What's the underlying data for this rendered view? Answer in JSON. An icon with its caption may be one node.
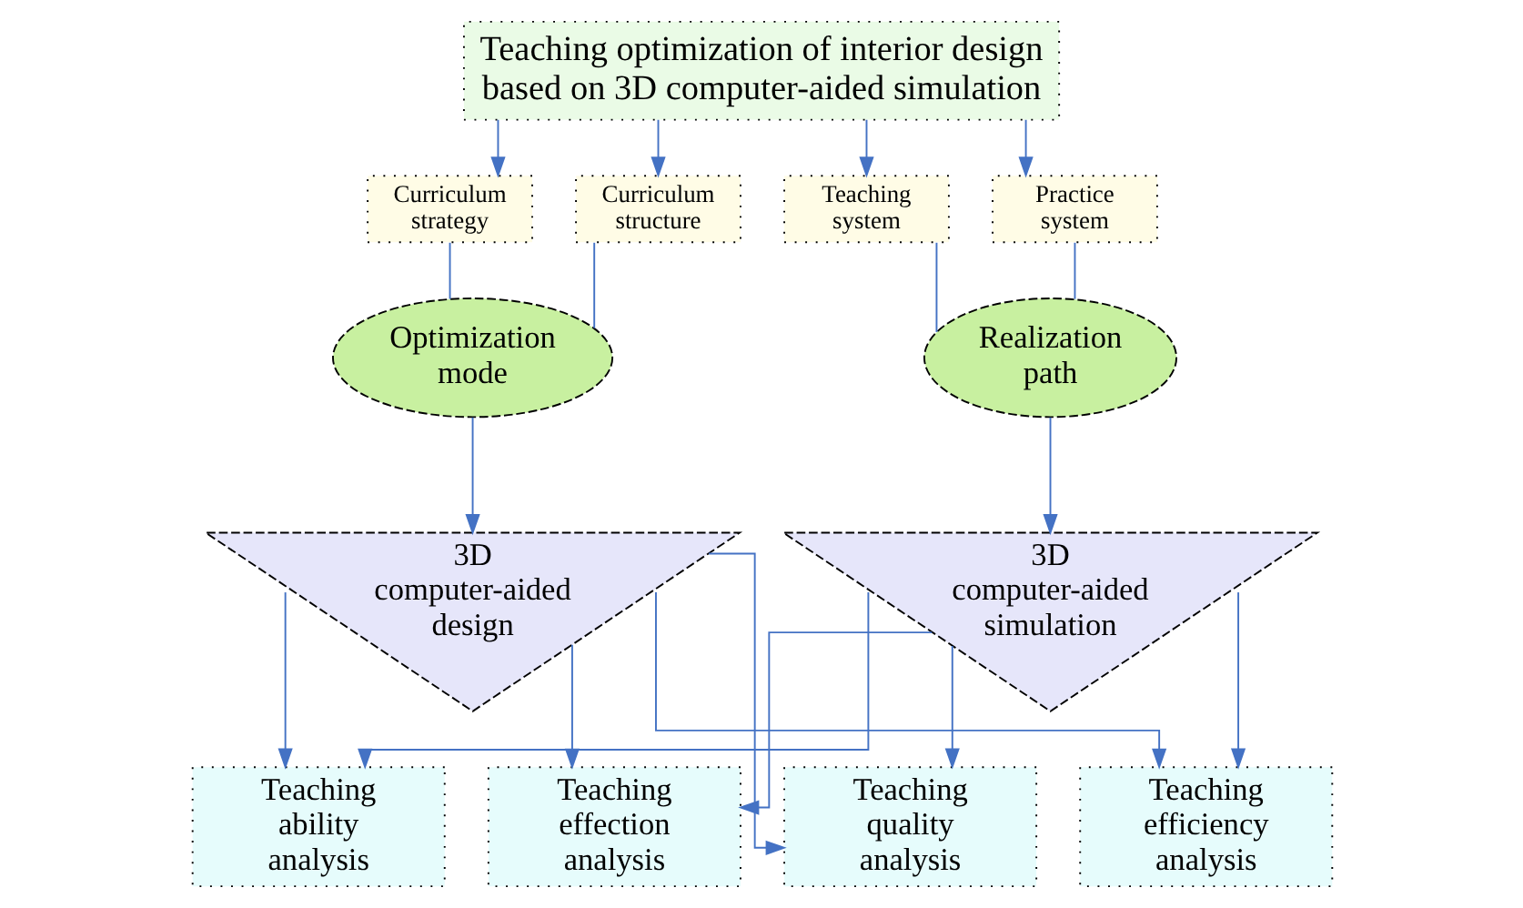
{
  "diagram": {
    "nodes": [
      {
        "text": [
          "Teaching optimization of interior design based on 3D computer-aided simulation"
        ]
      },
      {
        "text": [
          "Curriculum strategy"
        ]
      },
      {
        "text": [
          "Curriculum structure"
        ]
      },
      {
        "text": [
          "Teaching system"
        ]
      },
      {
        "text": [
          "Practice system"
        ]
      },
      {
        "text": [
          "Optimization mode"
        ]
      },
      {
        "text": [
          "Realization path"
        ]
      },
      {
        "text": [
          "3D computer-aided design"
        ]
      },
      {
        "text": [
          "3D computer-aided simulation"
        ]
      },
      {
        "text": [
          "Teaching quality analysis"
        ]
      },
      {
        "text": [
          "Teaching efficiency analysis"
        ]
      },
      {
        "text": [
          "Teaching ability analysis"
        ]
      },
      {
        "text": [
          "Teaching effection analysis"
        ]
      }
    ],
    "edges": [
      {
        "from": 0,
        "to": 1,
        "arrow": "to"
      },
      {
        "from": 0,
        "to": 2,
        "arrow": "to"
      },
      {
        "from": 0,
        "to": 3,
        "arrow": "to"
      },
      {
        "from": 0,
        "to": 4,
        "arrow": "to"
      },
      {
        "from": 1,
        "to": 5,
        "arrow": "none"
      },
      {
        "from": 2,
        "to": 5,
        "arrow": "none"
      },
      {
        "from": 3,
        "to": 6,
        "arrow": "none"
      },
      {
        "from": 4,
        "to": 6,
        "arrow": "none"
      },
      {
        "from": 5,
        "to": 7,
        "arrow": "to"
      },
      {
        "from": 6,
        "to": 8,
        "arrow": "to"
      },
      {
        "from": 7,
        "to": 9,
        "arrow": "to"
      },
      {
        "from": 7,
        "to": 10,
        "arrow": "to"
      },
      {
        "from": 7,
        "to": 11,
        "arrow": "to"
      },
      {
        "from": 7,
        "to": 12,
        "arrow": "to"
      },
      {
        "from": 8,
        "to": 9,
        "arrow": "to"
      },
      {
        "from": 8,
        "to": 10,
        "arrow": "to"
      },
      {
        "from": 8,
        "to": 11,
        "arrow": "to"
      },
      {
        "from": 8,
        "to": 12,
        "arrow": "to"
      }
    ]
  }
}
